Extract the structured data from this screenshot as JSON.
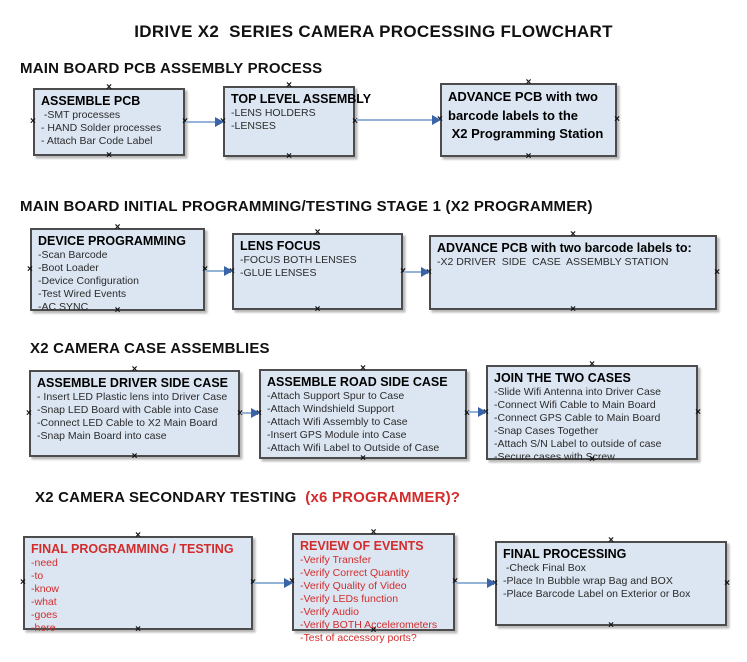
{
  "title": "IDRIVE X2  SERIES CAMERA PROCESSING FLOWCHART",
  "colors": {
    "box_fill": "#dce6f2",
    "box_border": "#4c4c4c",
    "arrow_line": "#95b3d7",
    "arrow_head": "#3a64a8",
    "red": "#d22c2c"
  },
  "sections": [
    {
      "heading": "MAIN BOARD PCB ASSEMBLY PROCESS",
      "heading_suffix": "",
      "boxes": [
        {
          "lines": [
            {
              "text": "ASSEMBLE PCB",
              "bold": true
            },
            {
              "text": " -SMT processes"
            },
            {
              "text": "- HAND Solder processes"
            },
            {
              "text": "- Attach Bar Code Label"
            }
          ]
        },
        {
          "lines": [
            {
              "text": "TOP LEVEL ASSEMBLY",
              "bold": true
            },
            {
              "text": "-LENS HOLDERS"
            },
            {
              "text": "-LENSES"
            }
          ]
        },
        {
          "tall": true,
          "lines": [
            {
              "text": "ADVANCE PCB with two",
              "bold": true
            },
            {
              "text": "barcode labels to the",
              "bold": true
            },
            {
              "text": " X2 Programming Station",
              "bold": true
            }
          ]
        }
      ]
    },
    {
      "heading": "MAIN BOARD INITIAL PROGRAMMING/TESTING STAGE 1 (X2 PROGRAMMER)",
      "heading_suffix": "",
      "boxes": [
        {
          "lines": [
            {
              "text": "DEVICE PROGRAMMING",
              "bold": true
            },
            {
              "text": "-Scan Barcode"
            },
            {
              "text": "-Boot Loader"
            },
            {
              "text": "-Device Configuration"
            },
            {
              "text": "-Test Wired Events"
            },
            {
              "text": "-AC SYNC"
            }
          ]
        },
        {
          "lines": [
            {
              "text": "LENS FOCUS",
              "bold": true
            },
            {
              "text": "-FOCUS BOTH LENSES"
            },
            {
              "text": "-GLUE LENSES"
            }
          ]
        },
        {
          "lines": [
            {
              "text": "ADVANCE PCB with two barcode labels to:",
              "bold": true
            },
            {
              "text": "-X2 DRIVER  SIDE  CASE  ASSEMBLY STATION"
            }
          ]
        }
      ]
    },
    {
      "heading": "X2 CAMERA CASE ASSEMBLIES",
      "heading_suffix": "",
      "boxes": [
        {
          "lines": [
            {
              "text": "ASSEMBLE DRIVER SIDE CASE",
              "bold": true
            },
            {
              "text": "- Insert LED Plastic lens into Driver Case"
            },
            {
              "text": "-Snap LED Board with Cable into Case"
            },
            {
              "text": "-Connect LED Cable to X2 Main Board"
            },
            {
              "text": "-Snap Main Board into case"
            }
          ]
        },
        {
          "lines": [
            {
              "text": "ASSEMBLE ROAD SIDE CASE",
              "bold": true
            },
            {
              "text": "-Attach Support Spur to Case"
            },
            {
              "text": "-Attach Windshield Support"
            },
            {
              "text": "-Attach Wifi Assembly to Case"
            },
            {
              "text": "-Insert GPS Module into Case"
            },
            {
              "text": "-Attach Wifi Label to Outside of Case"
            }
          ]
        },
        {
          "lines": [
            {
              "text": "JOIN THE TWO CASES",
              "bold": true
            },
            {
              "text": "-Slide Wifi Antenna into Driver Case"
            },
            {
              "text": "-Connect Wifi Cable to Main Board"
            },
            {
              "text": "-Connect GPS Cable to Main Board"
            },
            {
              "text": "-Snap Cases Together"
            },
            {
              "text": "-Attach S/N Label to outside of case"
            },
            {
              "text": "-Secure cases with Screw"
            }
          ]
        }
      ]
    },
    {
      "heading": "X2 CAMERA SECONDARY TESTING ",
      "heading_suffix": " (x6 PROGRAMMER)?",
      "boxes": [
        {
          "red": true,
          "lines": [
            {
              "text": "FINAL PROGRAMMING / TESTING",
              "bold": true
            },
            {
              "text": "-need"
            },
            {
              "text": "-to"
            },
            {
              "text": "-know"
            },
            {
              "text": "-what"
            },
            {
              "text": "-goes"
            },
            {
              "text": "-here"
            }
          ]
        },
        {
          "red": true,
          "lines": [
            {
              "text": "REVIEW OF EVENTS",
              "bold": true
            },
            {
              "text": "-Verify Transfer"
            },
            {
              "text": "-Verify Correct Quantity"
            },
            {
              "text": "-Verify Quality of Video"
            },
            {
              "text": "-Verify LEDs function"
            },
            {
              "text": "-Verify Audio"
            },
            {
              "text": "-Verify BOTH Accelerometers"
            },
            {
              "text": "-Test of accessory ports?"
            }
          ]
        },
        {
          "lines": [
            {
              "text": "FINAL PROCESSING",
              "bold": true
            },
            {
              "text": " -Check Final Box"
            },
            {
              "text": "-Place In Bubble wrap Bag and BOX"
            },
            {
              "text": "-Place Barcode Label on Exterior or Box"
            }
          ]
        }
      ]
    }
  ]
}
